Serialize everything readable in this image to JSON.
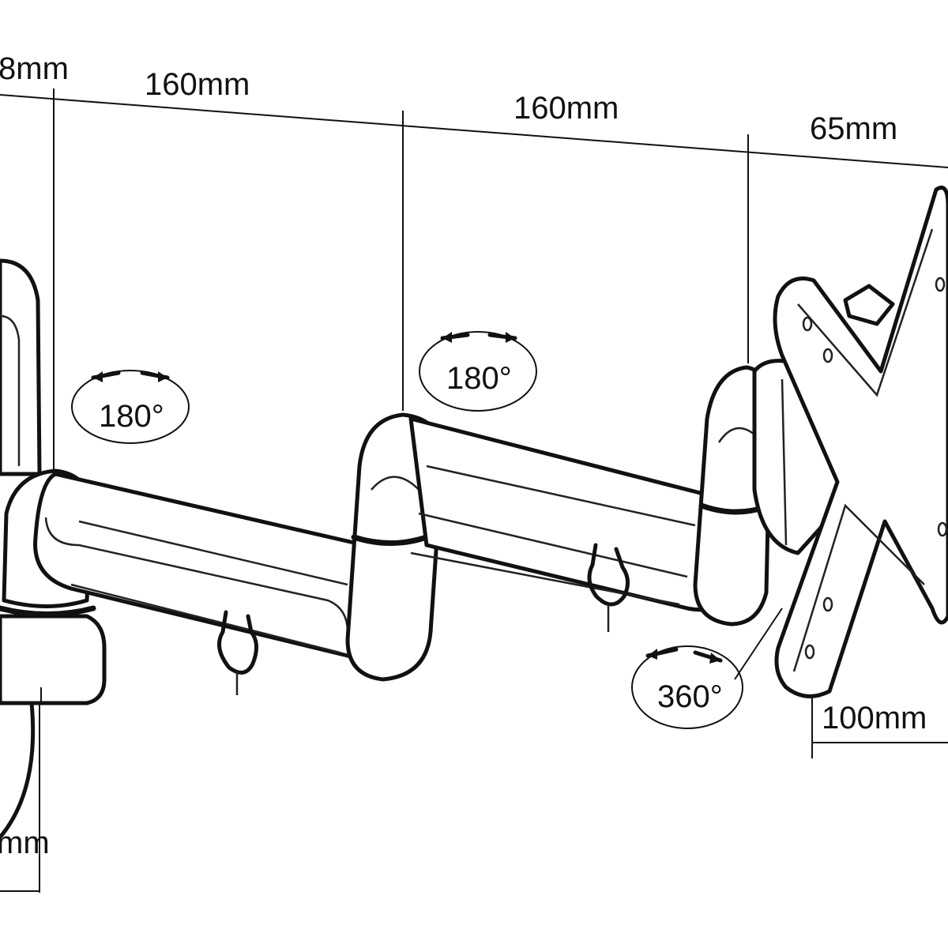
{
  "dimensions": {
    "pole_offset": "8mm",
    "arm_segment_1": "160mm",
    "arm_segment_2": "160mm",
    "head_offset": "65mm",
    "vesa_pattern": "100mm",
    "base_width": "mm"
  },
  "rotations": {
    "joint_1": "180°",
    "joint_2": "180°",
    "tilt_head": "360°"
  }
}
